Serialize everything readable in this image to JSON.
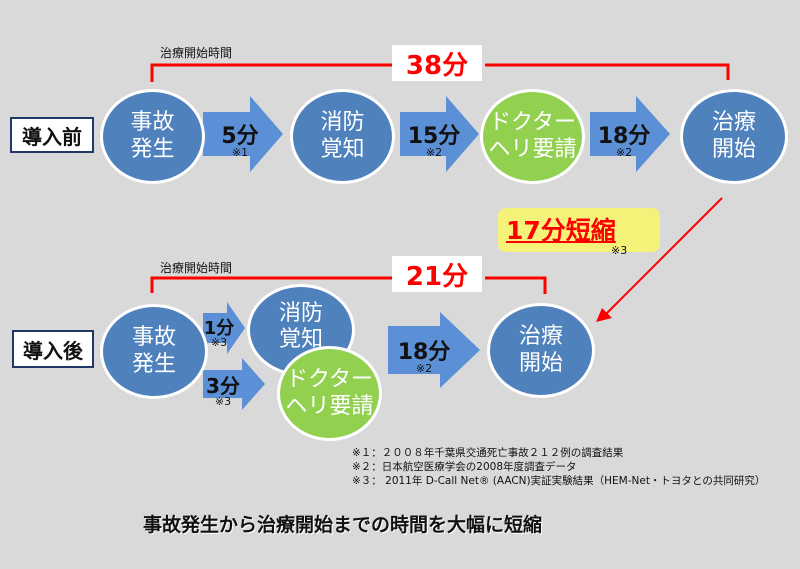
{
  "before": {
    "label": "導入前",
    "caption": "治療開始時間",
    "total": "38分",
    "nodes": [
      {
        "line1": "事故",
        "line2": "発生",
        "color": "#4f81bd"
      },
      {
        "line1": "消防",
        "line2": "覚知",
        "color": "#4f81bd"
      },
      {
        "line1": "ドクター",
        "line2": "ヘリ要請",
        "color": "#92d050"
      },
      {
        "line1": "治療",
        "line2": "開始",
        "color": "#4f81bd"
      }
    ],
    "arrows": [
      {
        "time": "5分",
        "note": "※1"
      },
      {
        "time": "15分",
        "note": "※2"
      },
      {
        "time": "18分",
        "note": "※2"
      }
    ]
  },
  "reduction": {
    "text": "17分短縮",
    "note": "※3"
  },
  "after": {
    "label": "導入後",
    "caption": "治療開始時間",
    "total": "21分",
    "nodes": [
      {
        "line1": "事故",
        "line2": "発生",
        "color": "#4f81bd"
      },
      {
        "line1": "消防",
        "line2": "覚知",
        "color": "#4f81bd"
      },
      {
        "line1": "ドクター",
        "line2": "ヘリ要請",
        "color": "#92d050"
      },
      {
        "line1": "治療",
        "line2": "開始",
        "color": "#4f81bd"
      }
    ],
    "arrows": [
      {
        "time": "1分",
        "note": "※3"
      },
      {
        "time": "3分",
        "note": "※3"
      },
      {
        "time": "18分",
        "note": "※2"
      }
    ]
  },
  "notes": [
    "※１：２００８年千葉県交通死亡事故２１２例の調査結果",
    "※２：日本航空医療学会の2008年度調査データ",
    "※３： 2011年 D-Call Net® (AACN)実証実験結果（HEM-Net・トヨタとの共同研究）"
  ],
  "headline": "事故発生から治療開始までの時間を大幅に短縮",
  "colors": {
    "accent_red": "#ff0000",
    "blue": "#4f81bd",
    "arrow_blue": "#5b8fd6",
    "green": "#92d050",
    "highlight": "#f5f27a"
  }
}
